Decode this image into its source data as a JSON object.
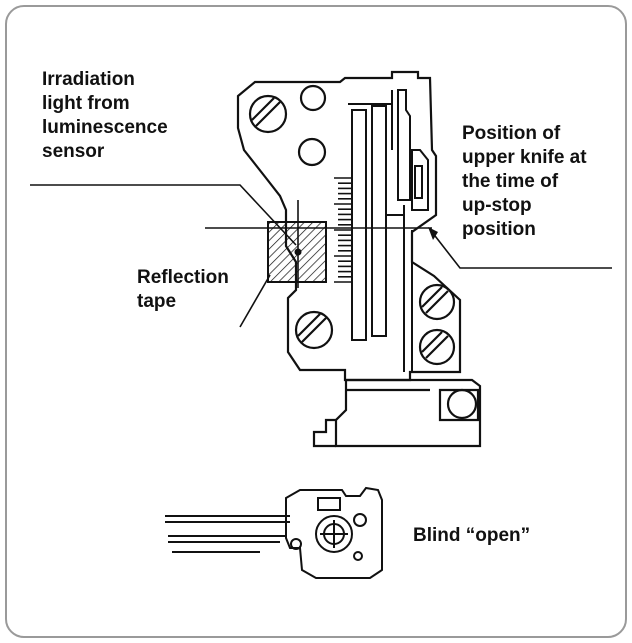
{
  "labels": {
    "irradiation": [
      "Irradiation",
      "light from",
      "luminescence",
      "sensor"
    ],
    "upper_knife": [
      "Position of",
      "upper knife at",
      "the time of",
      "up-stop",
      "position"
    ],
    "reflection": [
      "Reflection",
      "tape"
    ],
    "blind": "Blind “open”"
  },
  "colors": {
    "frame": "#9a9a9a",
    "line": "#111111",
    "background": "#ffffff"
  }
}
